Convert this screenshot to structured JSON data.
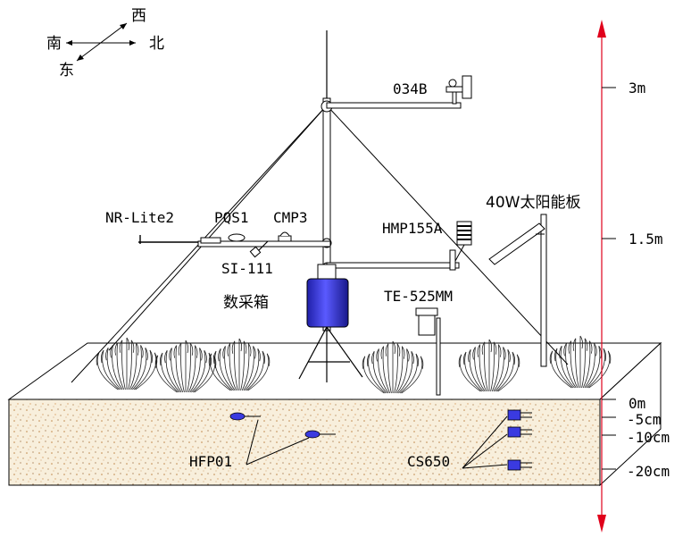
{
  "compass": {
    "west": "西",
    "south": "南",
    "north": "北",
    "east": "东"
  },
  "instruments": {
    "anemometer": "034B",
    "nr_lite2": "NR-Lite2",
    "pqs1": "PQS1",
    "cmp3": "CMP3",
    "si111": "SI-111",
    "logger_box": "数采箱",
    "hmp155a": "HMP155A",
    "te525mm": "TE-525MM",
    "solar_panel": "40W太阳能板",
    "hfp01": "HFP01",
    "cs650": "CS650"
  },
  "scale": {
    "h3": "3m",
    "h15": "1.5m",
    "h0": "0m",
    "d5": "-5cm",
    "d10": "-10cm",
    "d20": "-20cm"
  },
  "colors": {
    "scale_arrow": "#e0001b",
    "logger_box": "#3a3ae0",
    "soil": "#f6ecd9"
  }
}
